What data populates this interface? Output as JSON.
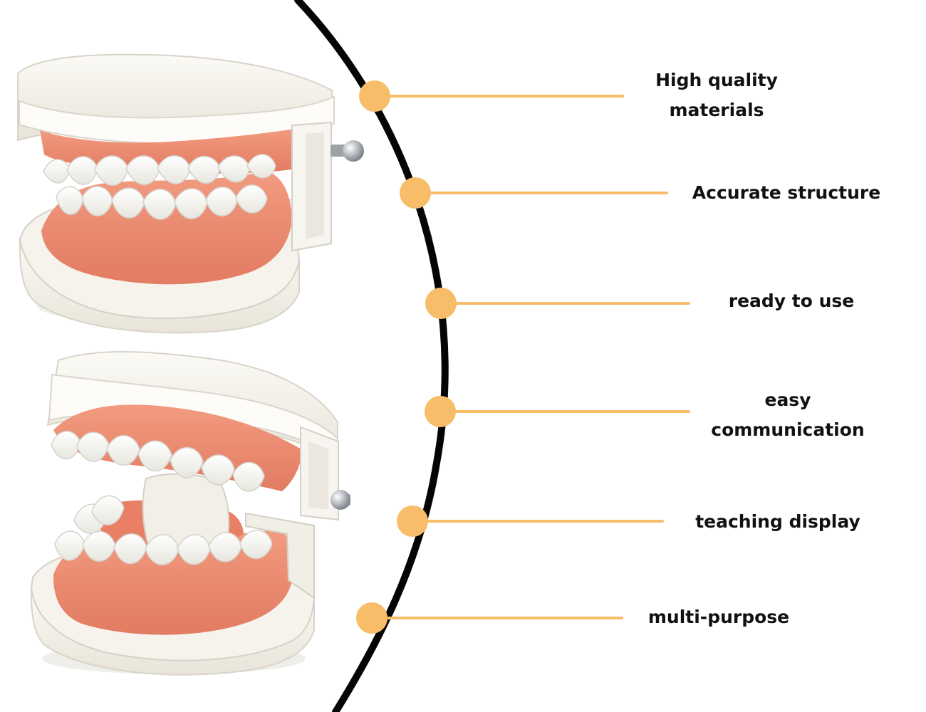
{
  "colors": {
    "background": "#ffffff",
    "arc": "#050505",
    "accent": "#f7bd68",
    "text": "#111111",
    "gum": "#ee8f72",
    "gum_shadow": "#d9735a",
    "tooth": "#fbfbf6",
    "tooth_shadow": "#d8d7cf",
    "base": "#f4f2ea",
    "base_shadow": "#d7d4ca",
    "metal": "#b7b9bd"
  },
  "features": [
    {
      "lines": [
        "High quality",
        "materials"
      ]
    },
    {
      "lines": [
        "Accurate structure"
      ]
    },
    {
      "lines": [
        "ready to use"
      ]
    },
    {
      "lines": [
        "easy",
        "communication"
      ]
    },
    {
      "lines": [
        "teaching display"
      ]
    },
    {
      "lines": [
        "multi-purpose"
      ]
    }
  ],
  "images": [
    {
      "subject": "closed dental model",
      "icon": "teeth-model-closed-icon"
    },
    {
      "subject": "open dental model",
      "icon": "teeth-model-open-icon"
    }
  ]
}
